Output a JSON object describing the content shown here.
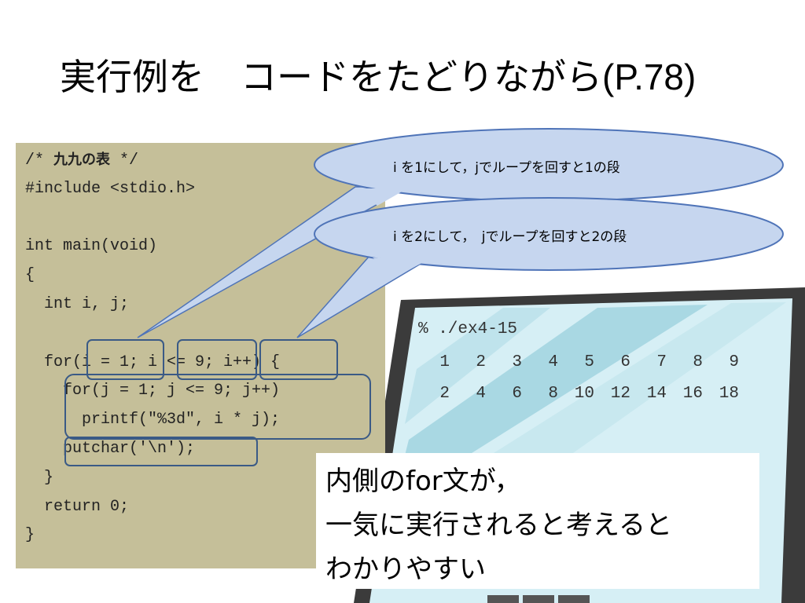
{
  "slide": {
    "title": "実行例を　コードをたどりながら",
    "title_ref": "(P.78)"
  },
  "code": {
    "lines": [
      {
        "pre": "/* ",
        "jp": "九九の表",
        "post": " */"
      },
      {
        "pre": "#include <stdio.h>"
      },
      {
        "pre": ""
      },
      {
        "pre": "int main(void)"
      },
      {
        "pre": "{"
      },
      {
        "pre": "  int i, j;"
      },
      {
        "pre": ""
      },
      {
        "pre": "  for(i = 1; i <= 9; i++) {"
      },
      {
        "pre": "    for(j = 1; j <= 9; j++)"
      },
      {
        "pre": "      printf(\"%3d\", i * j);"
      },
      {
        "pre": "    putchar('\\n');"
      },
      {
        "pre": "  }"
      },
      {
        "pre": "  return 0;"
      },
      {
        "pre": "}"
      }
    ]
  },
  "callouts": [
    {
      "text": "i を1にして，jでループを回すと1の段"
    },
    {
      "text": "i を2にして，　jでループを回すと2の段"
    }
  ],
  "terminal": {
    "command": "% ./ex4-15",
    "rows": [
      [
        "1",
        "2",
        "3",
        "4",
        "5",
        "6",
        "7",
        "8",
        "9"
      ],
      [
        "2",
        "4",
        "6",
        "8",
        "10",
        "12",
        "14",
        "16",
        "18"
      ]
    ]
  },
  "note": {
    "lines": [
      "内側のfor文が，",
      "一気に実行されると考えると",
      "わかりやすい"
    ]
  },
  "colors": {
    "code_bg": "#c5bf99",
    "highlight_border": "#3a5a86",
    "callout_fill": "#c6d6ef",
    "callout_border": "#4f74b8",
    "screen_bg": "#d6eff5",
    "laptop_body": "#3b3b3b"
  }
}
